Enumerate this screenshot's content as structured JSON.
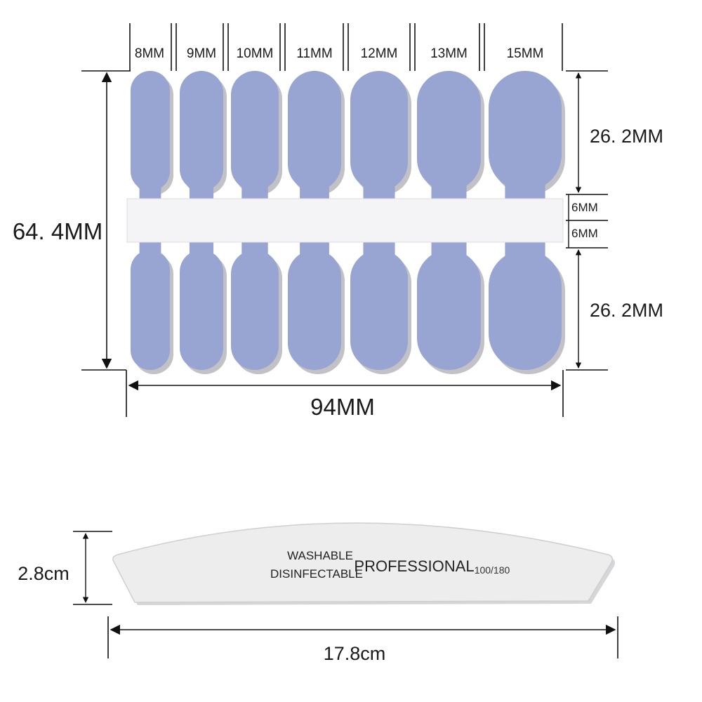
{
  "colors": {
    "nail": "#98a4d2",
    "nail_shadow": "#c2c2c6",
    "strip": "#f4f4f6",
    "file_body": "#ededee",
    "line": "#111111"
  },
  "nail_sizes": [
    "8MM",
    "9MM",
    "10MM",
    "11MM",
    "12MM",
    "13MM",
    "15MM"
  ],
  "dimensions": {
    "top_nail_height": "26. 2MM",
    "bottom_nail_height": "26. 2MM",
    "strip_upper": "6MM",
    "strip_lower": "6MM",
    "total_height": "64. 4MM",
    "total_width": "94MM"
  },
  "nail_file": {
    "line1": "WASHABLE",
    "line2": "DISINFECTABLE",
    "brand": "PROFESSIONAL",
    "grit": "100/180",
    "height": "2.8cm",
    "width": "17.8cm"
  },
  "icons": [
    "arrow-icon"
  ]
}
